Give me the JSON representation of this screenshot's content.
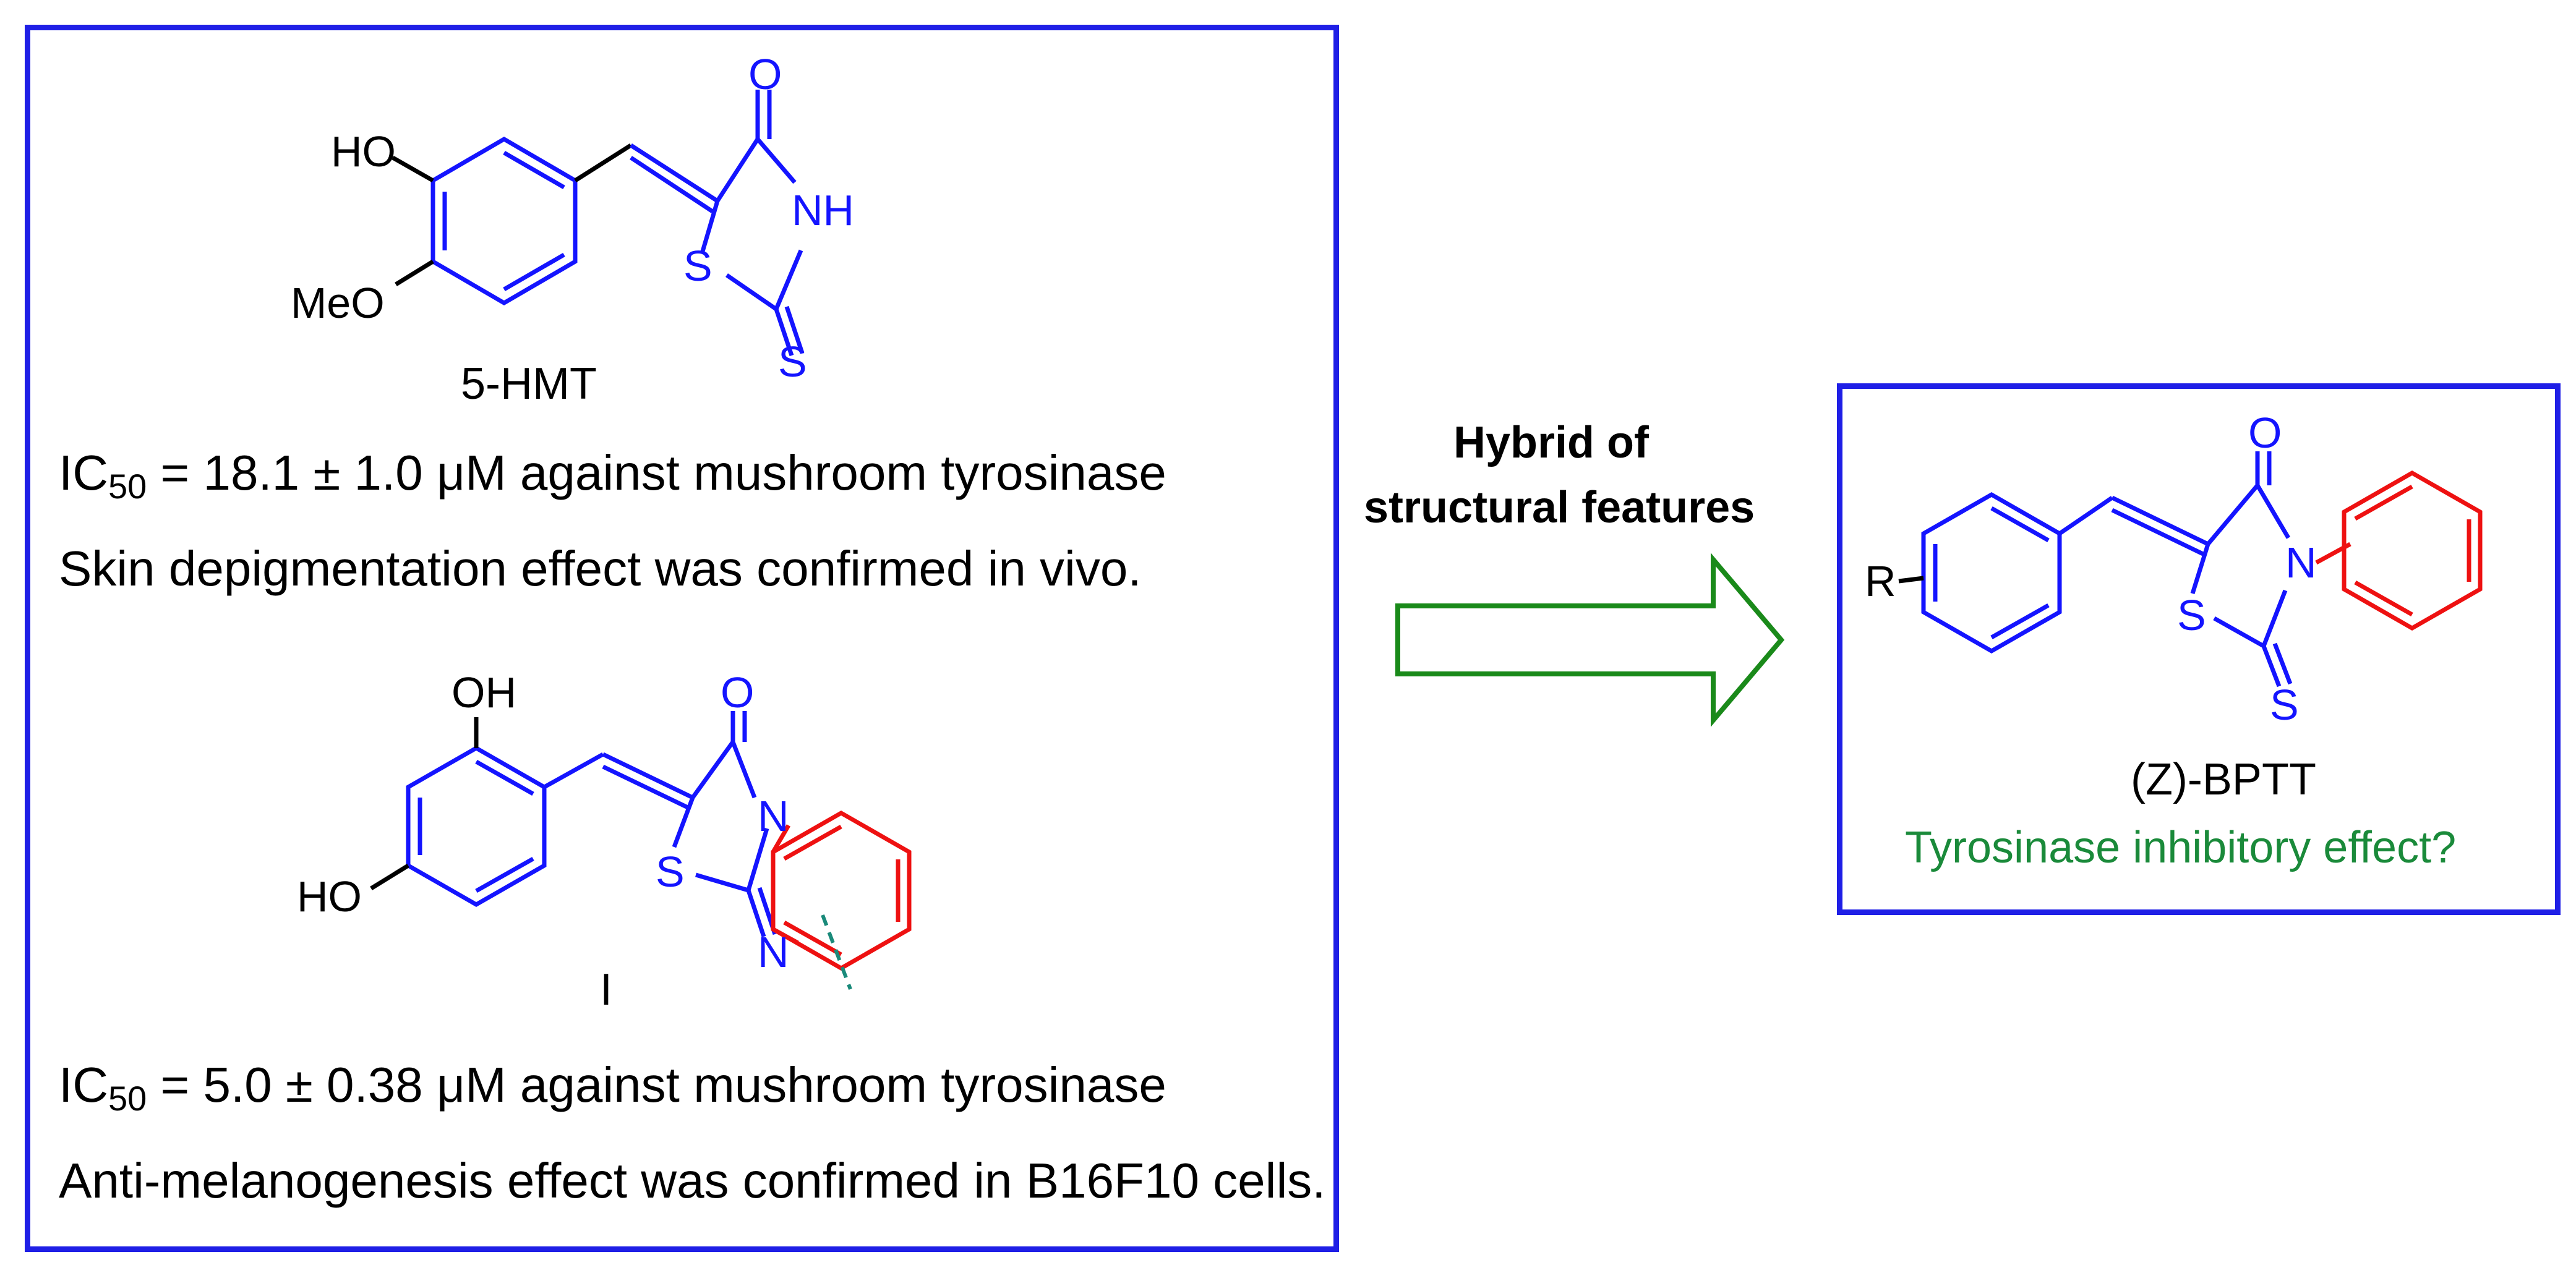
{
  "compound1": {
    "name": "5-HMT",
    "labels": {
      "ho": "HO",
      "meo": "MeO",
      "o": "O",
      "nh": "NH",
      "s_ring": "S",
      "s_thione": "S"
    },
    "ic50_prefix": "IC",
    "ic50_sub": "50",
    "ic50_rest": " = 18.1 ± 1.0 μM against mushroom tyrosinase",
    "note": "Skin depigmentation effect was confirmed in vivo."
  },
  "compound2": {
    "name": "I",
    "labels": {
      "oh": "OH",
      "ho": "HO",
      "o": "O",
      "n_top": "N",
      "s_ring": "S",
      "n_bottom": "N"
    },
    "ic50_prefix": "IC",
    "ic50_sub": "50",
    "ic50_rest": " = 5.0 ± 0.38 μM against mushroom tyrosinase",
    "note": "Anti-melanogenesis effect was confirmed in B16F10 cells."
  },
  "arrow": {
    "line1": "Hybrid of",
    "line2": "structural features",
    "color": "#1a8a1a"
  },
  "compound3": {
    "name": "(Z)-BPTT",
    "question": "Tyrosinase inhibitory effect?",
    "labels": {
      "r": "R",
      "o": "O",
      "n": "N",
      "s_ring": "S",
      "s_thione": "S"
    }
  },
  "colors": {
    "frame": "#1f1fe6",
    "blue": "#1414ff",
    "red": "#ee1111",
    "green_text": "#1a8a3a",
    "dash": "#1a8a7a"
  }
}
